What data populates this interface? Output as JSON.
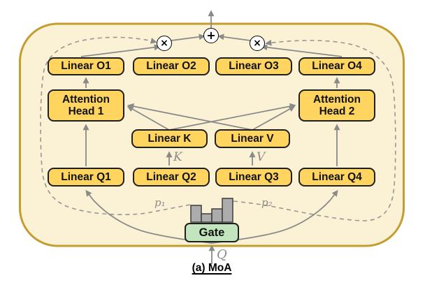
{
  "figure": {
    "caption": "(a) MoA"
  },
  "diagram": {
    "boxes": {
      "linear_o1": "Linear O1",
      "linear_o2": "Linear O2",
      "linear_o3": "Linear O3",
      "linear_o4": "Linear O4",
      "attention_head_1": "Attention\nHead 1",
      "attention_head_2": "Attention\nHead 2",
      "linear_k": "Linear K",
      "linear_v": "Linear V",
      "linear_q1": "Linear Q1",
      "linear_q2": "Linear Q2",
      "linear_q3": "Linear Q3",
      "linear_q4": "Linear Q4",
      "gate": "Gate"
    },
    "labels": {
      "k_input": "K",
      "v_input": "V",
      "q_input": "Q",
      "p1": "p₁",
      "p2": "p₂"
    },
    "operators": {
      "multiply_left": "×",
      "sum": "+",
      "multiply_right": "×"
    },
    "colors": {
      "container_fill": "#FBF1D4",
      "container_border": "#C49D2E",
      "box_fill": "#FFD45F",
      "box_border": "#1f1f1f",
      "gate_fill": "#C2E5BE",
      "arrow": "#8a8a8a",
      "dashed": "#979797",
      "bar_fill": "#ACACAC",
      "math_label": "#8c8c8c"
    }
  },
  "chart_data": {
    "type": "bar",
    "values": [
      0.7,
      0.35,
      0.55,
      1.0
    ]
  }
}
